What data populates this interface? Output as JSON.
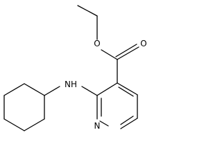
{
  "molecule": {
    "atoms": {
      "ester_oxygen": "O",
      "carbonyl_oxygen": "O",
      "amine": "NH",
      "ring_nitrogen": "N"
    },
    "colors": {
      "bond": "#000000",
      "label": "#000000",
      "background": "#ffffff"
    }
  }
}
